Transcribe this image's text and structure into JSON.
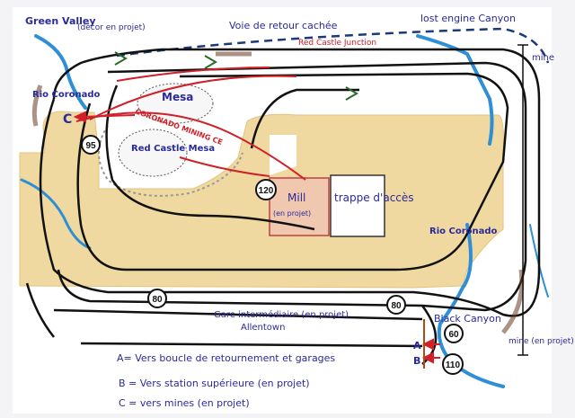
{
  "labels": {
    "green_valley": "Green Valley",
    "decor": "(décor en projet)",
    "voie_retour": "Voie de retour cachée",
    "lost_engine": "lost engine Canyon",
    "red_castle_junction": "Red Castle Junction",
    "rio_coronado_left": "Rio Coronado",
    "mesa": "Mesa",
    "red_castle_mesa": "Red Castle Mesa",
    "coronado_mining": "CORONADO MINING CE",
    "mill": "Mill",
    "mill_projet": "(en projet)",
    "trappe": "trappe d'accès",
    "rio_coronado_right": "Rio Coronado",
    "black_canyon": "Black Canyon",
    "gare": "Gare intermédiaire (en projet)",
    "allentown": "Allentown",
    "mine_top": "mine",
    "mine_bottom": "mine (en projet)",
    "marker_a": "A",
    "marker_b": "B",
    "marker_c": "C"
  },
  "markers": {
    "m95": "95",
    "m120": "120",
    "m80a": "80",
    "m80b": "80",
    "m60": "60",
    "m110": "110"
  },
  "legend": {
    "a": "A= Vers boucle de retournement et garages",
    "b": "B = Vers station supérieure (en projet)",
    "c": "C = vers mines (en projet)"
  },
  "colors": {
    "track": "#111111",
    "hidden_track": "#1a3a7a",
    "mining_line": "#d0202a",
    "river": "#2f8fd6",
    "baseboard": "#f0d9a0",
    "text": "#2a2a9a"
  }
}
